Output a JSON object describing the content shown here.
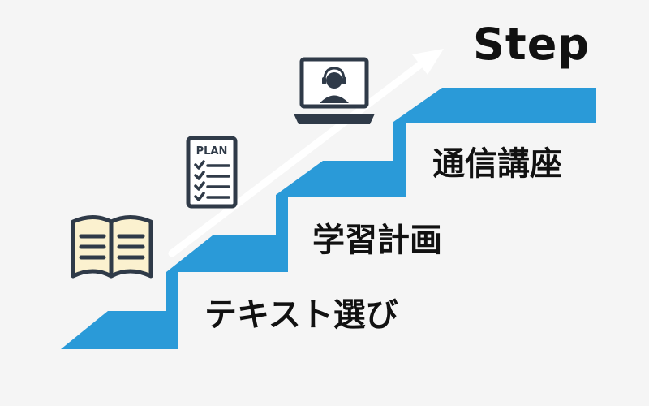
{
  "title": "Step",
  "steps": [
    {
      "label": "テキスト選び",
      "icon": "open-book-icon"
    },
    {
      "label": "学習計画",
      "icon": "plan-checklist-icon"
    },
    {
      "label": "通信講座",
      "icon": "laptop-video-call-icon"
    }
  ],
  "plan_icon_text": "PLAN",
  "colors": {
    "background": "#f5f5f5",
    "stairs": "#2a9ad8",
    "text": "#111111",
    "icon_stroke": "#2f3a48",
    "book_page": "#fbf1cf",
    "arrow": "#ffffff"
  }
}
